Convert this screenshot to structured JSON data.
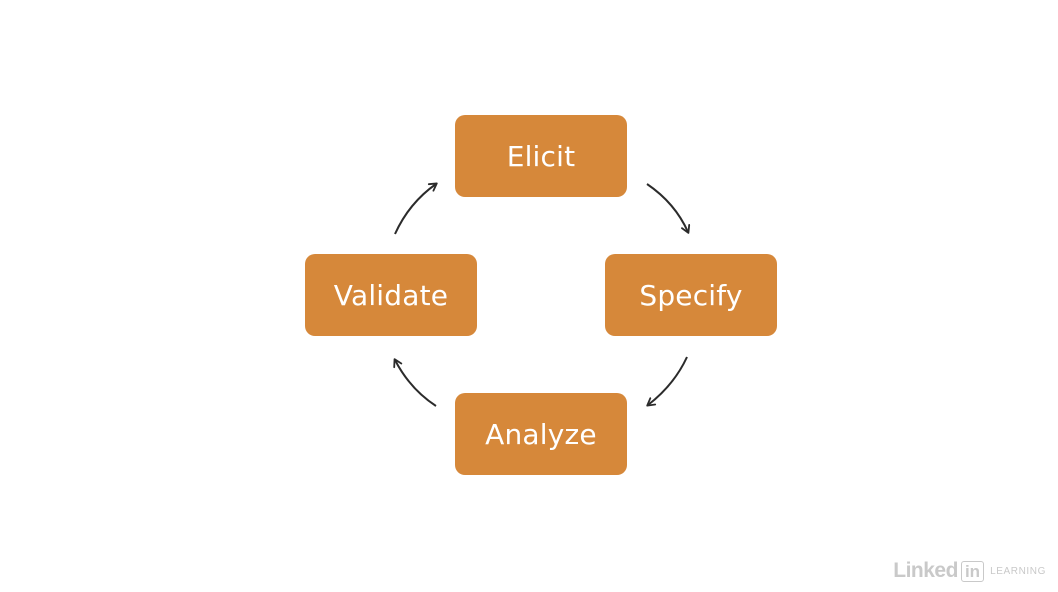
{
  "diagram": {
    "nodes": [
      {
        "id": "elicit",
        "label": "Elicit"
      },
      {
        "id": "specify",
        "label": "Specify"
      },
      {
        "id": "analyze",
        "label": "Analyze"
      },
      {
        "id": "validate",
        "label": "Validate"
      }
    ],
    "edges": [
      {
        "from": "elicit",
        "to": "specify"
      },
      {
        "from": "specify",
        "to": "analyze"
      },
      {
        "from": "analyze",
        "to": "validate"
      },
      {
        "from": "validate",
        "to": "elicit"
      }
    ],
    "colors": {
      "node_fill": "#D6883A",
      "node_text": "#FFFFFF",
      "arrow": "#2B2B2B",
      "background": "#FFFFFF"
    }
  },
  "watermark": {
    "brand_part1": "Linked",
    "brand_part2": "in",
    "sub": "LEARNING"
  }
}
